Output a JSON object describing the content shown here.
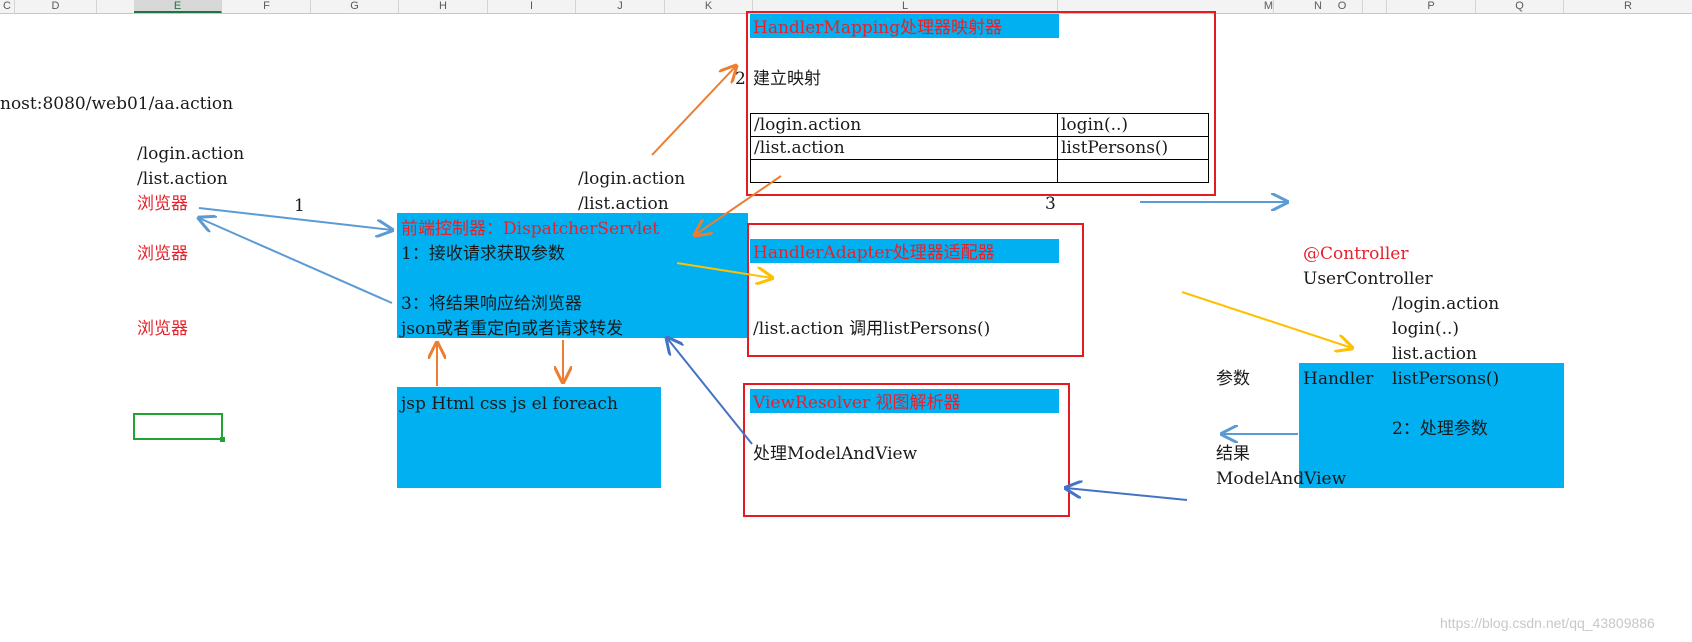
{
  "columns": [
    "C",
    "D",
    "E",
    "F",
    "G",
    "H",
    "I",
    "J",
    "K",
    "L",
    "M",
    "N",
    "O",
    "P",
    "Q",
    "R"
  ],
  "selected_column": "E",
  "url": "nost:8080/web01/aa.action",
  "browser": {
    "login": "/login.action",
    "list": "/list.action",
    "label1": "浏览器",
    "label2": "浏览器",
    "label3": "浏览器"
  },
  "step1": "1",
  "step2": "2",
  "step3": "3",
  "mid_urls": {
    "login": "/login.action",
    "list": "/list.action"
  },
  "front_controller": {
    "title": "前端控制器：DispatcherServlet",
    "line1": "1：接收请求获取参数",
    "line2": "3：将结果响应给浏览器",
    "line3": "json或者重定向或者请求转发"
  },
  "view_tech": "jsp Html css js el foreach",
  "handler_mapping": {
    "title": "HandlerMapping处理器映射器",
    "subtitle": "建立映射",
    "rows": [
      [
        "/login.action",
        "login(..)"
      ],
      [
        "/list.action",
        "listPersons()"
      ],
      [
        "",
        ""
      ]
    ]
  },
  "handler_adapter": {
    "title": "HandlerAdapter处理器适配器",
    "text": "/list.action 调用listPersons()"
  },
  "view_resolver": {
    "title": "ViewResolver 视图解析器",
    "text": "处理ModelAndView"
  },
  "controller": {
    "annotation": "@Controller",
    "name": "UserController",
    "login_url": "/login.action",
    "login_method": "login(..)",
    "list_url": "list.action",
    "handler_label": "Handler",
    "list_method": "listPersons()",
    "step": "2：处理参数"
  },
  "params_label": "参数",
  "result_label": "结果",
  "model_and_view": "ModelAndView",
  "watermark": "https://blog.csdn.net/qq_43809886",
  "colors": {
    "cyan": "#00b0f0",
    "red": "#e31b23",
    "blue_arrow": "#5b9bd5",
    "orange_arrow": "#ed7d31",
    "yellow_arrow": "#ffc000",
    "dark_blue_arrow": "#4472c4"
  }
}
